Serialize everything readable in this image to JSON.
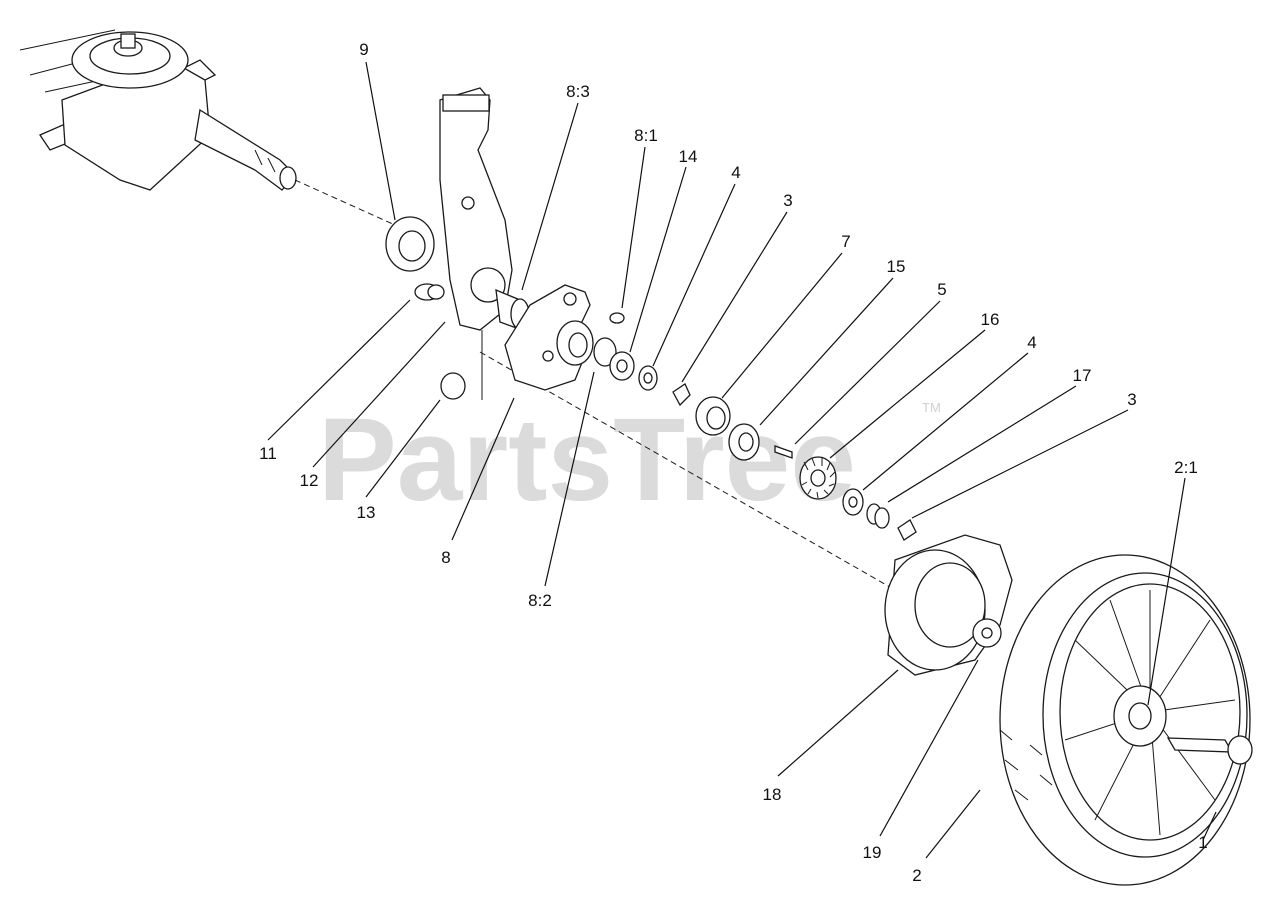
{
  "watermark": {
    "text": "PartsTree",
    "mark": "TM"
  },
  "callouts": [
    "9",
    "8:3",
    "8:1",
    "14",
    "4",
    "3",
    "7",
    "15",
    "5",
    "16",
    "4",
    "17",
    "3",
    "2:1",
    "11",
    "12",
    "13",
    "8",
    "8:2",
    "18",
    "19",
    "2",
    "1"
  ],
  "colors": {
    "line": "#1a1a1a",
    "watermark": "#cfcfcf",
    "background": "#ffffff"
  }
}
